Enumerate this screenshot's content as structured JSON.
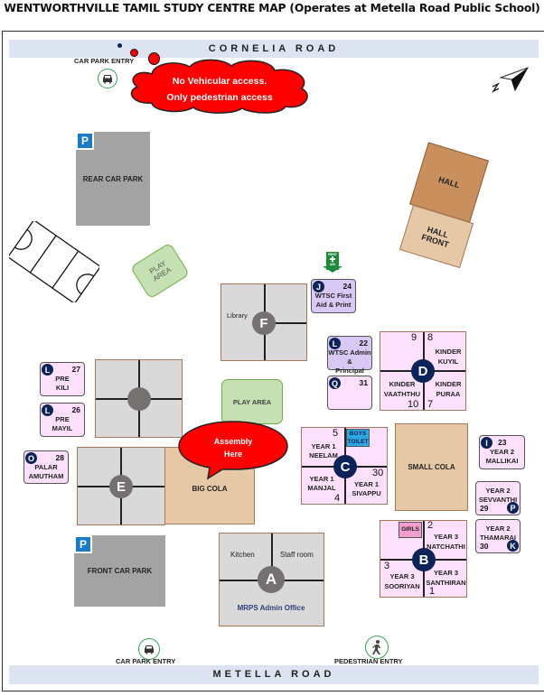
{
  "title": "WENTWORTHVILLE TAMIL STUDY CENTRE MAP  (Operates at Metella Road Public School)",
  "roads": {
    "top": "CORNELIA  ROAD",
    "bottom": "METELLA  ROAD"
  },
  "notices": {
    "no_vehicle_line1": "No Vehicular access.",
    "no_vehicle_line2": "Only pedestrian access",
    "assembly_line1": "Assembly",
    "assembly_line2": "Here"
  },
  "entries": {
    "top_car_park": "CAR PARK ENTRY",
    "bottom_car_park": "CAR PARK ENTRY",
    "pedestrian": "PEDESTRIAN ENTRY"
  },
  "compass": {
    "label": "N",
    "icon": "north-arrow-icon"
  },
  "car_parks": {
    "rear": "REAR CAR PARK",
    "front": "FRONT CAR PARK",
    "sign": "P"
  },
  "areas": {
    "play_area_rotated": "PLAY AREA",
    "play_area_center": "PLAY AREA",
    "hall": "HALL",
    "hall_front": "HALL FRONT",
    "big_cola": "BIG COLA",
    "small_cola": "SMALL COLA"
  },
  "first_aid": {
    "line1": "FIRST",
    "line2": "AID"
  },
  "buildings": {
    "A": {
      "letter": "A",
      "kitchen": "Kitchen",
      "staff": "Staff room",
      "office": "MRPS Admin Office"
    },
    "B": {
      "letter": "B",
      "girls": "GIRLS",
      "rooms": [
        {
          "num": "2",
          "line1": "YEAR 3",
          "line2": "NATCHATHI"
        },
        {
          "num": "3",
          "line1": "YEAR 3",
          "line2": "SOORIYAN"
        },
        {
          "num": "1",
          "line1": "YEAR 3",
          "line2": "SANTHIRAN"
        }
      ]
    },
    "C": {
      "letter": "C",
      "boys_toilet_1": "BOYS",
      "boys_toilet_2": "TOILET",
      "rooms": [
        {
          "num": "5",
          "line1": "YEAR 1",
          "line2": "NEELAM"
        },
        {
          "num": "4",
          "line1": "YEAR 1",
          "line2": "MANJAL"
        },
        {
          "num": "30",
          "line1": "YEAR 1",
          "line2": "SIVAPPU"
        }
      ]
    },
    "D": {
      "letter": "D",
      "rooms": [
        {
          "num": "9",
          "line1": "",
          "line2": ""
        },
        {
          "num": "8",
          "line1": "KINDER",
          "line2": "KUYIL"
        },
        {
          "num": "10",
          "line1": "KINDER",
          "line2": "VAATHTHU"
        },
        {
          "num": "7",
          "line1": "KINDER",
          "line2": "PURAA"
        }
      ]
    },
    "E": {
      "letter": "E"
    },
    "F": {
      "letter": "F",
      "library": "Library"
    }
  },
  "portables": [
    {
      "id": "J",
      "num": "24",
      "line1": "WTSC First",
      "line2": "Aid & Print"
    },
    {
      "id": "L",
      "num": "22",
      "line1": "WTSC Admin &",
      "line2": "Principal"
    },
    {
      "id": "Q",
      "num": "31",
      "line1": "",
      "line2": ""
    },
    {
      "id": "L",
      "num": "27",
      "line1": "PRE",
      "line2": "KILI"
    },
    {
      "id": "L",
      "num": "26",
      "line1": "PRE",
      "line2": "MAYIL"
    },
    {
      "id": "O",
      "num": "28",
      "line1": "PALAR",
      "line2": "AMUTHAM"
    },
    {
      "id": "I",
      "num": "23",
      "line1": "YEAR 2",
      "line2": "MALLIKAI"
    },
    {
      "id": "P",
      "num": "29",
      "line1": "YEAR 2",
      "line2": "SEVVANTHI"
    },
    {
      "id": "K",
      "num": "30",
      "line1": "YEAR 2",
      "line2": "THAMARAI"
    }
  ],
  "colors": {
    "road": "#dce3f1",
    "notice_red": "#ff0000",
    "room_pink": "#fde0fb",
    "room_purple": "#d9c7f5",
    "navy": "#0b2358",
    "play_green": "#c5e0b3",
    "parking_blue": "#1a7bc9"
  }
}
